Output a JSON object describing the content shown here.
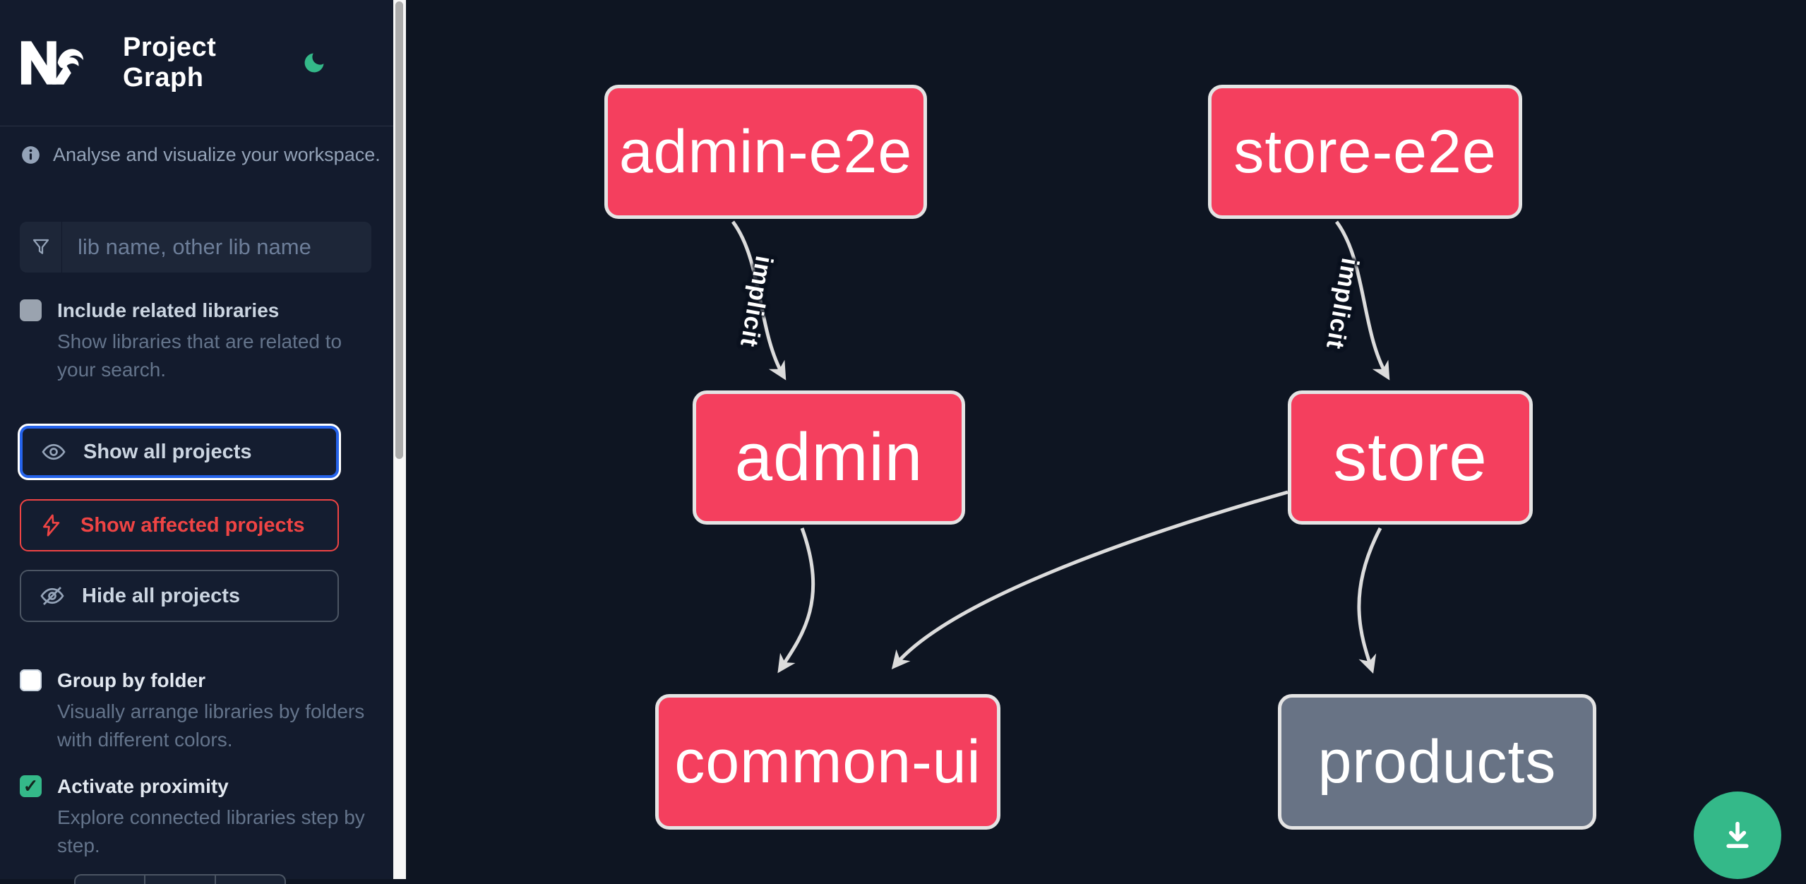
{
  "app": {
    "name": "Nx",
    "title": "Project Graph"
  },
  "sidebar": {
    "info_text": "Analyse and visualize your workspace.",
    "search_placeholder": "lib name, other lib name",
    "include_related": {
      "label": "Include related libraries",
      "description": "Show libraries that are related to your search.",
      "checked": false,
      "disabled": true
    },
    "buttons": {
      "show_all": "Show all projects",
      "show_affected": "Show affected projects",
      "hide_all": "Hide all projects"
    },
    "group_by_folder": {
      "label": "Group by folder",
      "description": "Visually arrange libraries by folders with different colors.",
      "checked": false
    },
    "activate_proximity": {
      "label": "Activate proximity",
      "description": "Explore connected libraries step by step.",
      "checked": true,
      "check_glyph": "✓"
    }
  },
  "graph": {
    "nodes": [
      {
        "id": "admin-e2e",
        "label": "admin-e2e",
        "kind": "affected"
      },
      {
        "id": "store-e2e",
        "label": "store-e2e",
        "kind": "affected"
      },
      {
        "id": "admin",
        "label": "admin",
        "kind": "affected"
      },
      {
        "id": "store",
        "label": "store",
        "kind": "affected"
      },
      {
        "id": "common-ui",
        "label": "common-ui",
        "kind": "affected"
      },
      {
        "id": "products",
        "label": "products",
        "kind": "default"
      }
    ],
    "edges": [
      {
        "source": "admin-e2e",
        "target": "admin",
        "label": "implicit"
      },
      {
        "source": "store-e2e",
        "target": "store",
        "label": "implicit"
      },
      {
        "source": "admin",
        "target": "common-ui",
        "label": ""
      },
      {
        "source": "store",
        "target": "common-ui",
        "label": ""
      },
      {
        "source": "store",
        "target": "products",
        "label": ""
      }
    ]
  },
  "fab": {
    "icon": "download-icon"
  },
  "colors": {
    "node_affected": "#f43f5e",
    "node_default": "#687385",
    "accent_green": "#34b989",
    "affected_red": "#ef4444",
    "focus_blue": "#2563eb",
    "edge": "#dcdcdc",
    "sidebar_bg": "#131b2d",
    "canvas_bg": "#0e1522"
  }
}
